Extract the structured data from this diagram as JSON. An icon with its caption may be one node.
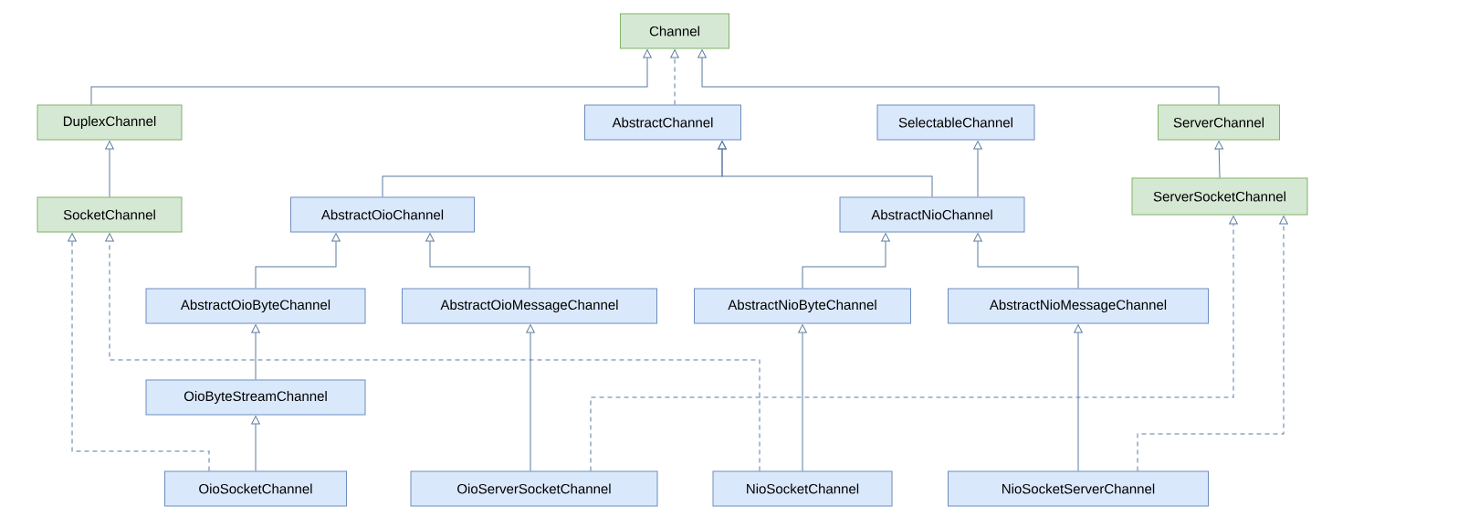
{
  "diagram": {
    "nodes": [
      {
        "text": [
          "Channel"
        ]
      },
      {
        "text": [
          "DuplexChannel"
        ]
      },
      {
        "text": [
          "AbstractChannel"
        ]
      },
      {
        "text": [
          "SelectableChannel"
        ]
      },
      {
        "text": [
          "ServerChannel"
        ]
      },
      {
        "text": [
          "SocketChannel"
        ]
      },
      {
        "text": [
          "AbstractOioChannel"
        ]
      },
      {
        "text": [
          "AbstractNioChannel"
        ]
      },
      {
        "text": [
          "ServerSocketChannel"
        ]
      },
      {
        "text": [
          "AbstractOioByteChannel"
        ]
      },
      {
        "text": [
          "AbstractOioMessageChannel"
        ]
      },
      {
        "text": [
          "AbstractNioByteChannel"
        ]
      },
      {
        "text": [
          "AbstractNioMessageChannel"
        ]
      },
      {
        "text": [
          "OioByteStreamChannel"
        ]
      },
      {
        "text": [
          "OioSocketChannel"
        ]
      },
      {
        "text": [
          "OioServerSocketChannel"
        ]
      },
      {
        "text": [
          "NioSocketChannel"
        ]
      },
      {
        "text": [
          "NioSocketServerChannel"
        ]
      }
    ],
    "edges": [
      {
        "from": 1,
        "to": 0,
        "arrow": "to"
      },
      {
        "from": 2,
        "to": 0,
        "arrow": "to",
        "style": "dashed"
      },
      {
        "from": 4,
        "to": 0,
        "arrow": "to"
      },
      {
        "from": 5,
        "to": 1,
        "arrow": "to"
      },
      {
        "from": 6,
        "to": 2,
        "arrow": "to"
      },
      {
        "from": 7,
        "to": 2,
        "arrow": "to"
      },
      {
        "from": 7,
        "to": 3,
        "arrow": "to"
      },
      {
        "from": 8,
        "to": 4,
        "arrow": "to"
      },
      {
        "from": 9,
        "to": 6,
        "arrow": "to"
      },
      {
        "from": 10,
        "to": 6,
        "arrow": "to"
      },
      {
        "from": 11,
        "to": 7,
        "arrow": "to"
      },
      {
        "from": 12,
        "to": 7,
        "arrow": "to"
      },
      {
        "from": 13,
        "to": 9,
        "arrow": "to"
      },
      {
        "from": 14,
        "to": 13,
        "arrow": "to"
      },
      {
        "from": 14,
        "to": 5,
        "arrow": "to",
        "style": "dashed"
      },
      {
        "from": 15,
        "to": 10,
        "arrow": "to"
      },
      {
        "from": 15,
        "to": 8,
        "arrow": "to",
        "style": "dashed"
      },
      {
        "from": 16,
        "to": 11,
        "arrow": "to"
      },
      {
        "from": 16,
        "to": 5,
        "arrow": "to",
        "style": "dashed"
      },
      {
        "from": 17,
        "to": 12,
        "arrow": "to"
      },
      {
        "from": 17,
        "to": 8,
        "arrow": "to",
        "style": "dashed"
      }
    ]
  }
}
